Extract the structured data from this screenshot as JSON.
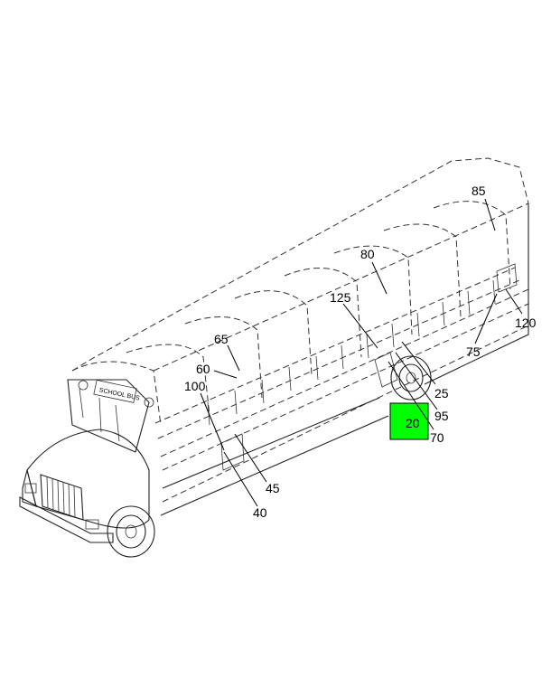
{
  "diagram": {
    "highlight_color": "#00ff00",
    "bus_sign": "SCHOOL BUS",
    "highlighted_callout": "20",
    "callouts": [
      "85",
      "80",
      "120",
      "75",
      "125",
      "65",
      "60",
      "100",
      "25",
      "95",
      "20",
      "70",
      "45",
      "40"
    ]
  }
}
